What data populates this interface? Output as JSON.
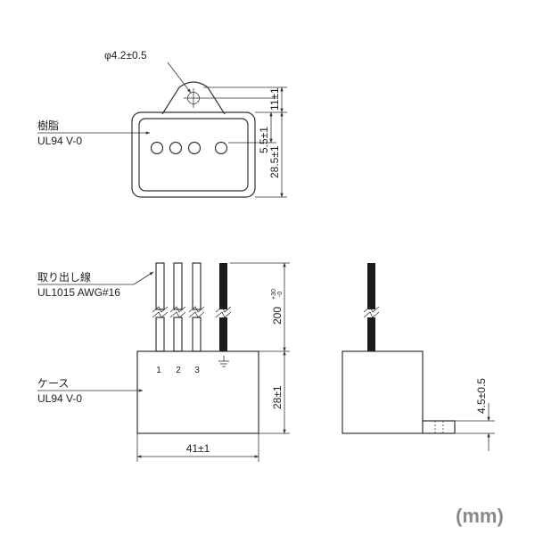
{
  "top_view": {
    "hole_dim": "φ4.2±0.5",
    "material_label": "樹脂",
    "material_spec": "UL94 V-0",
    "dim_tab": "11±1",
    "dim_pins": "5.5±1",
    "dim_depth": "28.5±1"
  },
  "front_view": {
    "lead_label": "取り出し線",
    "lead_spec": "UL1015 AWG#16",
    "case_label": "ケース",
    "case_spec": "UL94 V-0",
    "pin_labels": [
      "1",
      "2",
      "3"
    ],
    "ground_symbol": "⏚",
    "dim_lead_length": "200",
    "dim_lead_tol_plus": "+30",
    "dim_lead_tol_minus": "-0",
    "dim_height": "28±1",
    "dim_width": "41±1"
  },
  "side_view": {
    "dim_tab_height": "4.5±0.5"
  },
  "unit_label": "(mm)"
}
